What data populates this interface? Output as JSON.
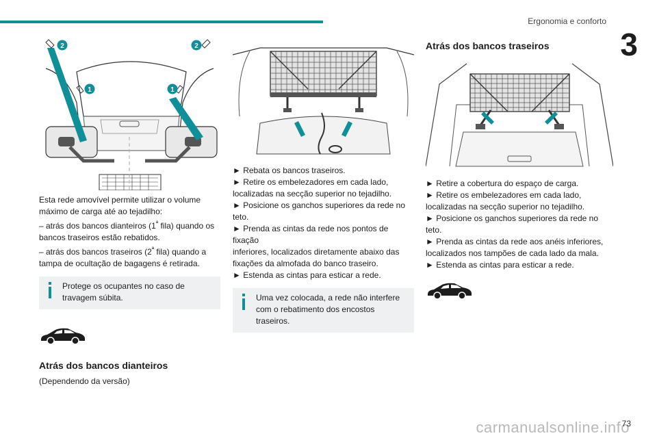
{
  "header": {
    "title": "Ergonomia e conforto",
    "chapter": "3",
    "accent": "#0f8f97"
  },
  "col1": {
    "fig_labels": {
      "one_left": "1",
      "one_right": "1",
      "two_left": "2",
      "two_right": "2"
    },
    "text": [
      "Esta rede amovível permite utilizar o volume",
      "máximo de carga até ao tejadilho:",
      "– atrás dos bancos dianteiros (1",
      "ª",
      " fila) quando os",
      "bancos traseiros estão rebatidos.",
      "– atrás dos bancos traseiros (2",
      "ª",
      " fila) quando a",
      "tampa de ocultação de bagagens é retirada."
    ],
    "note": "Protege os ocupantes no caso de travagem súbita.",
    "section_title": "Atrás dos bancos dianteiros",
    "section_sub": "(Dependendo da versão)"
  },
  "col2": {
    "steps": [
      "► Rebata os bancos traseiros.",
      "► Retire os embelezadores em cada lado,",
      "localizadas na secção superior no tejadilho.",
      "► Posicione os ganchos superiores da rede no",
      "teto.",
      "► Prenda as cintas da rede nos pontos de fixação",
      "inferiores, localizados diretamente abaixo das",
      "fixações da almofada do banco traseiro.",
      "► Estenda as cintas para esticar a rede."
    ],
    "note": "Uma vez colocada, a rede não interfere com o rebatimento dos encostos traseiros."
  },
  "col3": {
    "section_title": "Atrás dos bancos traseiros",
    "steps": [
      "► Retire a cobertura do espaço de carga.",
      "► Retire os embelezadores em cada lado,",
      "localizadas na secção superior no tejadilho.",
      "► Posicione os ganchos superiores da rede no",
      "teto.",
      "► Prenda as cintas da rede aos anéis inferiores,",
      "localizados nos tampões de cada lado da mala.",
      "► Estenda as cintas para esticar a rede."
    ]
  },
  "footer": {
    "page_number": "73",
    "watermark": "carmanualsonline.info"
  }
}
